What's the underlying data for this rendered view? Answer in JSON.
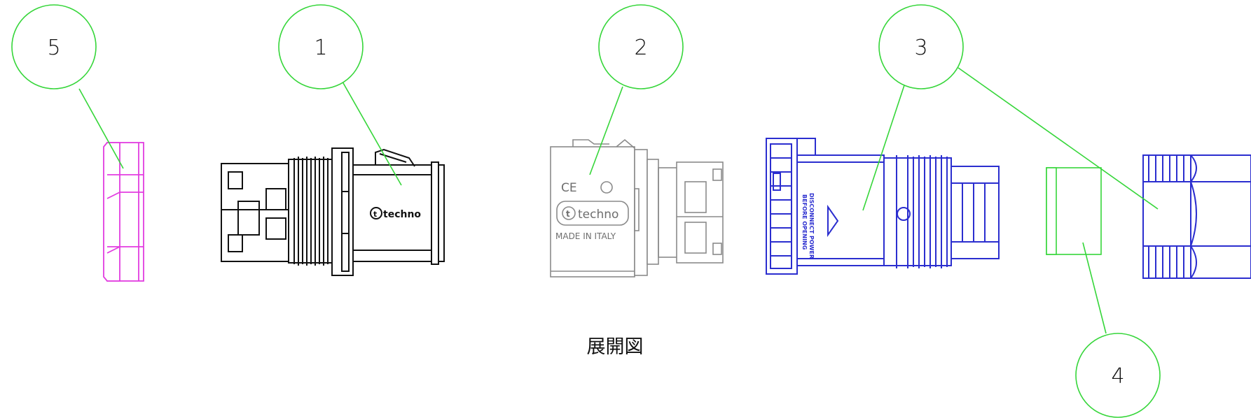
{
  "caption": "展開図",
  "balloons": [
    {
      "id": "5",
      "label": "5"
    },
    {
      "id": "1",
      "label": "1"
    },
    {
      "id": "2",
      "label": "2"
    },
    {
      "id": "3",
      "label": "3"
    },
    {
      "id": "4",
      "label": "4"
    }
  ],
  "part_markings": {
    "brand_logo_1": "techno",
    "brand_logo_2": "techno",
    "ce_mark": "CE",
    "origin": "MADE IN ITALY",
    "warning_line_1": "DISCONNECT POWER",
    "warning_line_2": "BEFORE OPENING"
  },
  "colors": {
    "leader": "#36d63a",
    "part_1": "#111111",
    "part_2": "#8a8a8a",
    "part_3": "#2b2ecf",
    "part_4": "#36d63a",
    "part_5": "#e23de0"
  }
}
